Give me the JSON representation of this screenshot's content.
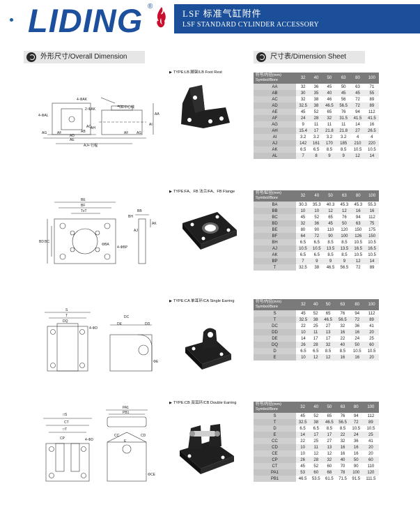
{
  "header": {
    "logo": "LIDING",
    "reg": "®",
    "title_cn": "LSF 标准气缸附件",
    "title_en": "LSF STANDARD CYLINDER ACCESSORY"
  },
  "sections": {
    "overall": "外形尺寸/Overall Dimension",
    "sheet": "尺寸表/Dimension Sheet"
  },
  "colors": {
    "brand_blue": "#1b4f9a",
    "logo_red": "#c8102e"
  },
  "blocks": [
    {
      "type": "TYPE:LB 脚架/LB Foot Rest",
      "header": [
        "符号/内径(mm)",
        "Symbol/Bore",
        "32",
        "40",
        "50",
        "63",
        "80",
        "100"
      ],
      "rows": [
        [
          "AA",
          "32",
          "36",
          "45",
          "50",
          "63",
          "71"
        ],
        [
          "AB",
          "30",
          "35",
          "40",
          "45",
          "45",
          "55"
        ],
        [
          "AC",
          "32",
          "38",
          "46",
          "56",
          "72",
          "89"
        ],
        [
          "AD",
          "32.5",
          "38",
          "46.5",
          "56.5",
          "72",
          "89"
        ],
        [
          "AE",
          "45",
          "52",
          "65",
          "76",
          "94",
          "112"
        ],
        [
          "AF",
          "24",
          "28",
          "32",
          "31.5",
          "41.5",
          "41.5"
        ],
        [
          "AG",
          "9",
          "11",
          "11",
          "11",
          "14",
          "16"
        ],
        [
          "AH",
          "15.4",
          "17",
          "21.8",
          "21.8",
          "27",
          "26.5"
        ],
        [
          "AI",
          "3.2",
          "3.2",
          "3.2",
          "3.2",
          "4",
          "4"
        ],
        [
          "AJ",
          "142",
          "161",
          "170",
          "185",
          "210",
          "220"
        ],
        [
          "AK",
          "6.5",
          "6.5",
          "8.5",
          "8.5",
          "10.5",
          "10.5"
        ],
        [
          "AL",
          "7",
          "8",
          "9",
          "9",
          "12",
          "14"
        ]
      ],
      "drawing_labels": [
        "4-ΦAL",
        "4-ΦAK",
        "2-ΦAK",
        "气缸中心线",
        "AA",
        "AH",
        "AB",
        "AC",
        "AD",
        "AE",
        "AG",
        "AF",
        "AF",
        "AG",
        "AJ+ 行程",
        "AI"
      ]
    },
    {
      "type": "TYPE:FA、FB 法兰/FA、FB Flange",
      "header": [
        "符号/缸径(mm)",
        "Symbol/Bore",
        "32",
        "40",
        "50",
        "63",
        "80",
        "100"
      ],
      "rows": [
        [
          "BA",
          "30.3",
          "35.3",
          "40.3",
          "45.3",
          "45.3",
          "55.3"
        ],
        [
          "BB",
          "10",
          "10",
          "12",
          "12",
          "16",
          "16"
        ],
        [
          "BC",
          "45",
          "52",
          "65",
          "76",
          "94",
          "112"
        ],
        [
          "BD",
          "32",
          "36",
          "45",
          "50",
          "63",
          "75"
        ],
        [
          "BE",
          "80",
          "90",
          "110",
          "120",
          "150",
          "175"
        ],
        [
          "BF",
          "64",
          "72",
          "90",
          "100",
          "126",
          "150"
        ],
        [
          "BH",
          "6.5",
          "6.5",
          "8.5",
          "8.5",
          "10.5",
          "10.5"
        ],
        [
          "AJ",
          "10.5",
          "10.5",
          "13.5",
          "13.5",
          "16.5",
          "16.5"
        ],
        [
          "AK",
          "6.5",
          "6.5",
          "8.5",
          "8.5",
          "10.5",
          "10.5"
        ],
        [
          "BP",
          "7",
          "9",
          "9",
          "9",
          "12",
          "14"
        ],
        [
          "T",
          "32.5",
          "38",
          "46.5",
          "56.5",
          "72",
          "89"
        ]
      ],
      "drawing_labels": [
        "BE",
        "BF",
        "TxT",
        "BD",
        "BC",
        "BB",
        "BH",
        "AK",
        "AJ",
        "ΦBA",
        "4-ΦBP"
      ]
    },
    {
      "type": "TYPE:CA 单耳环/CA Single Earring",
      "header": [
        "符号/内径(mm)",
        "Symbol/Bore",
        "32",
        "40",
        "50",
        "63",
        "80",
        "100"
      ],
      "rows": [
        [
          "S",
          "45",
          "52",
          "65",
          "76",
          "94",
          "112"
        ],
        [
          "T",
          "32.5",
          "38",
          "46.5",
          "56.5",
          "72",
          "89"
        ],
        [
          "DC",
          "22",
          "25",
          "27",
          "32",
          "36",
          "41"
        ],
        [
          "DD",
          "10",
          "11",
          "13",
          "16",
          "16",
          "20"
        ],
        [
          "DE",
          "14",
          "17",
          "17",
          "22",
          "24",
          "25"
        ],
        [
          "DQ",
          "26",
          "28",
          "32",
          "40",
          "50",
          "60"
        ],
        [
          "D",
          "6.5",
          "6.5",
          "8.5",
          "8.5",
          "10.5",
          "10.5"
        ],
        [
          "E",
          "10",
          "12",
          "12",
          "16",
          "16",
          "20"
        ]
      ],
      "drawing_labels": [
        "S",
        "T",
        "DQ",
        "4-ΦD",
        "DC",
        "DE",
        "DD",
        "ΦE"
      ]
    },
    {
      "type": "TYPE:CB 双耳环/CB Double Earring",
      "header": [
        "符号/内径(mm)",
        "Symbol/Bore",
        "32",
        "40",
        "50",
        "63",
        "80",
        "100"
      ],
      "rows": [
        [
          "S",
          "45",
          "52",
          "65",
          "76",
          "94",
          "112"
        ],
        [
          "T",
          "32.5",
          "38",
          "46.5",
          "56.5",
          "72",
          "89"
        ],
        [
          "D",
          "6.5",
          "6.5",
          "8.5",
          "8.5",
          "10.5",
          "10.5"
        ],
        [
          "E",
          "14",
          "17",
          "17",
          "22",
          "24",
          "25"
        ],
        [
          "CC",
          "22",
          "25",
          "27",
          "32",
          "36",
          "41"
        ],
        [
          "CD",
          "10",
          "11",
          "13",
          "16",
          "16",
          "20"
        ],
        [
          "CE",
          "10",
          "12",
          "12",
          "16",
          "16",
          "20"
        ],
        [
          "CP",
          "26",
          "28",
          "32",
          "40",
          "50",
          "60"
        ],
        [
          "CT",
          "45",
          "52",
          "60",
          "70",
          "90",
          "110"
        ],
        [
          "PA1",
          "53",
          "60",
          "68",
          "78",
          "100",
          "120"
        ],
        [
          "PB1",
          "46.5",
          "53.5",
          "61.5",
          "71.5",
          "91.5",
          "111.5"
        ]
      ],
      "drawing_labels": [
        "□S",
        "CT",
        "□T",
        "CP",
        "4-ΦD",
        "PA1",
        "PB1",
        "CC",
        "CD",
        "E",
        "ΦCE"
      ]
    }
  ]
}
